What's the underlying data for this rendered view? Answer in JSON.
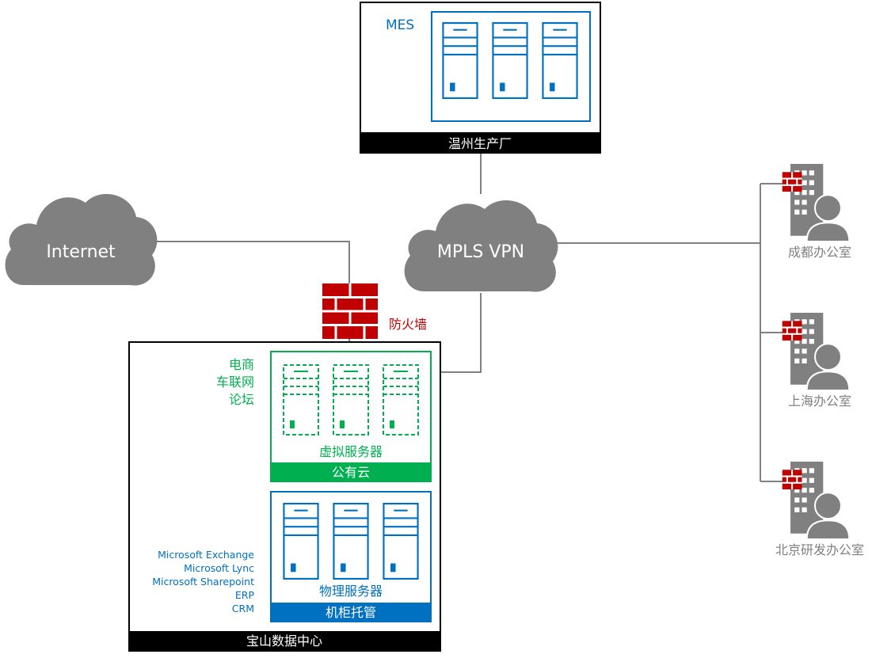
{
  "factory": {
    "label": "温州生产厂",
    "system": "MES"
  },
  "internet": {
    "label": "Internet"
  },
  "vpn": {
    "label": "MPLS VPN"
  },
  "firewall": {
    "label": "防火墙"
  },
  "datacenter": {
    "label": "宝山数据中心",
    "public_cloud": {
      "label": "公有云",
      "servers_label": "虚拟服务器",
      "apps": [
        "电商",
        "车联网",
        "论坛"
      ]
    },
    "colocation": {
      "label": "机柜托管",
      "servers_label": "物理服务器",
      "apps": [
        "Microsoft Exchange",
        "Microsoft Lync",
        "Microsoft Sharepoint",
        "ERP",
        "CRM"
      ]
    }
  },
  "offices": [
    {
      "label": "成都办公室"
    },
    {
      "label": "上海办公室"
    },
    {
      "label": "北京研发办公室"
    }
  ],
  "colors": {
    "black": "#000000",
    "blue": "#0070c0",
    "green": "#00b050",
    "cloud": "#7f7f7f",
    "firewall": "#c00000",
    "office": "#808080",
    "line": "#808080"
  }
}
